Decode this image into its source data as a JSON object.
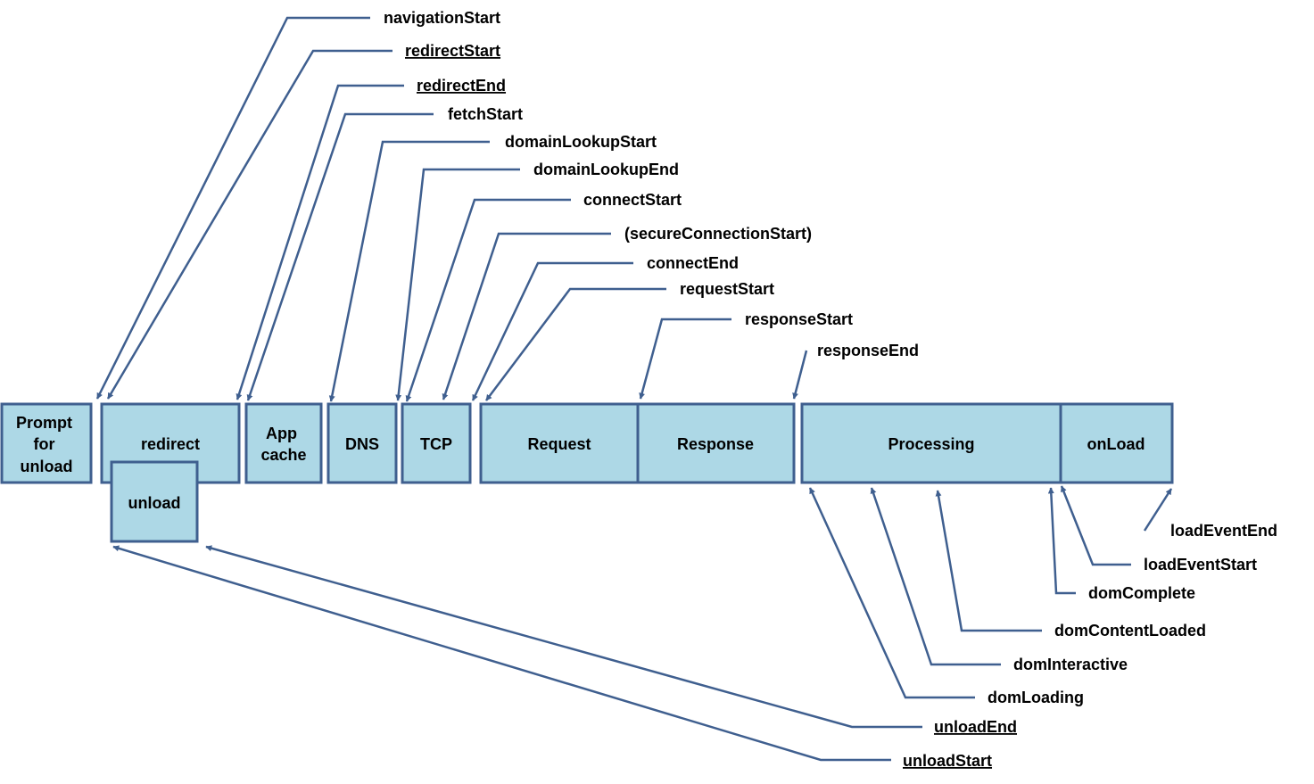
{
  "colors": {
    "box_fill": "#add8e6",
    "box_stroke": "#3f5f8f",
    "leader_line": "#3f5f8f",
    "text": "#000000"
  },
  "phases": {
    "prompt_for_unload": [
      "Prompt",
      "for",
      "unload"
    ],
    "redirect": "redirect",
    "unload": "unload",
    "app_cache": [
      "App",
      "cache"
    ],
    "dns": "DNS",
    "tcp": "TCP",
    "request": "Request",
    "response": "Response",
    "processing": "Processing",
    "onload": "onLoad"
  },
  "events": {
    "navigation_start": "navigationStart",
    "redirect_start": "redirectStart",
    "redirect_end": "redirectEnd",
    "fetch_start": "fetchStart",
    "domain_lookup_start": "domainLookupStart",
    "domain_lookup_end": "domainLookupEnd",
    "connect_start": "connectStart",
    "secure_connection_start": "(secureConnectionStart)",
    "connect_end": "connectEnd",
    "request_start": "requestStart",
    "response_start": "responseStart",
    "response_end": "responseEnd",
    "load_event_end": "loadEventEnd",
    "load_event_start": "loadEventStart",
    "dom_complete": "domComplete",
    "dom_content_loaded": "domContentLoaded",
    "dom_interactive": "domInteractive",
    "dom_loading": "domLoading",
    "unload_end": "unloadEnd",
    "unload_start": "unloadStart"
  }
}
